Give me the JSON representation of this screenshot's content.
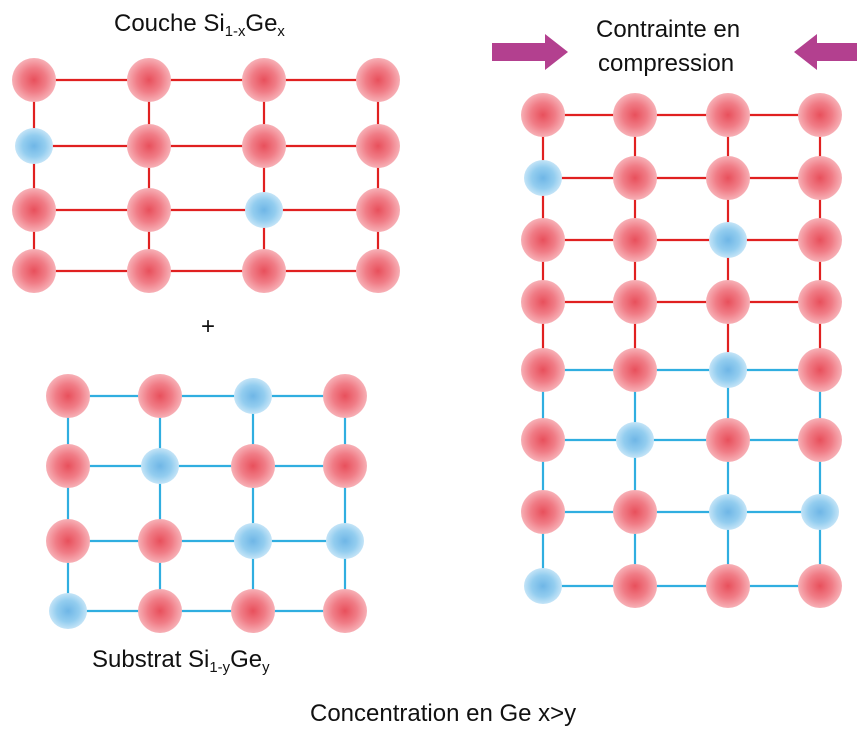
{
  "labels": {
    "top_layer": {
      "base": "Couche Si",
      "sub1": "1-x",
      "mid": "Ge",
      "sub2": "x"
    },
    "plus": "+",
    "substrate": {
      "base": "Substrat Si",
      "sub1": "1-y",
      "mid": "Ge",
      "sub2": "y"
    },
    "stress_line1": "Contrainte en",
    "stress_line2": "compression",
    "concentration": "Concentration en Ge x>y"
  },
  "colors": {
    "si_atom": "#f08088",
    "ge_atom": "#8fcbee",
    "layer_bond": "#e02020",
    "substrate_bond": "#30aee0",
    "arrow": "#b3408f"
  },
  "lattices": {
    "top_layer": {
      "rows": [
        [
          "Si",
          "Si",
          "Si",
          "Si"
        ],
        [
          "Ge",
          "Si",
          "Si",
          "Si"
        ],
        [
          "Si",
          "Si",
          "Ge",
          "Si"
        ],
        [
          "Si",
          "Si",
          "Si",
          "Si"
        ]
      ],
      "bond": "layer"
    },
    "substrate": {
      "rows": [
        [
          "Si",
          "Si",
          "Ge",
          "Si"
        ],
        [
          "Si",
          "Ge",
          "Si",
          "Si"
        ],
        [
          "Si",
          "Si",
          "Ge",
          "Ge"
        ],
        [
          "Ge",
          "Si",
          "Si",
          "Si"
        ]
      ],
      "bond": "substrate"
    },
    "strained": {
      "rows": [
        [
          "Si",
          "Si",
          "Si",
          "Si"
        ],
        [
          "Ge",
          "Si",
          "Si",
          "Si"
        ],
        [
          "Si",
          "Si",
          "Ge",
          "Si"
        ],
        [
          "Si",
          "Si",
          "Si",
          "Si"
        ],
        [
          "Si",
          "Si",
          "Ge",
          "Si"
        ],
        [
          "Si",
          "Ge",
          "Si",
          "Si"
        ],
        [
          "Si",
          "Si",
          "Ge",
          "Ge"
        ],
        [
          "Ge",
          "Si",
          "Si",
          "Si"
        ]
      ],
      "bond_rows": [
        "layer",
        "layer",
        "layer",
        "layer",
        "substrate",
        "substrate",
        "substrate",
        "substrate"
      ]
    }
  }
}
